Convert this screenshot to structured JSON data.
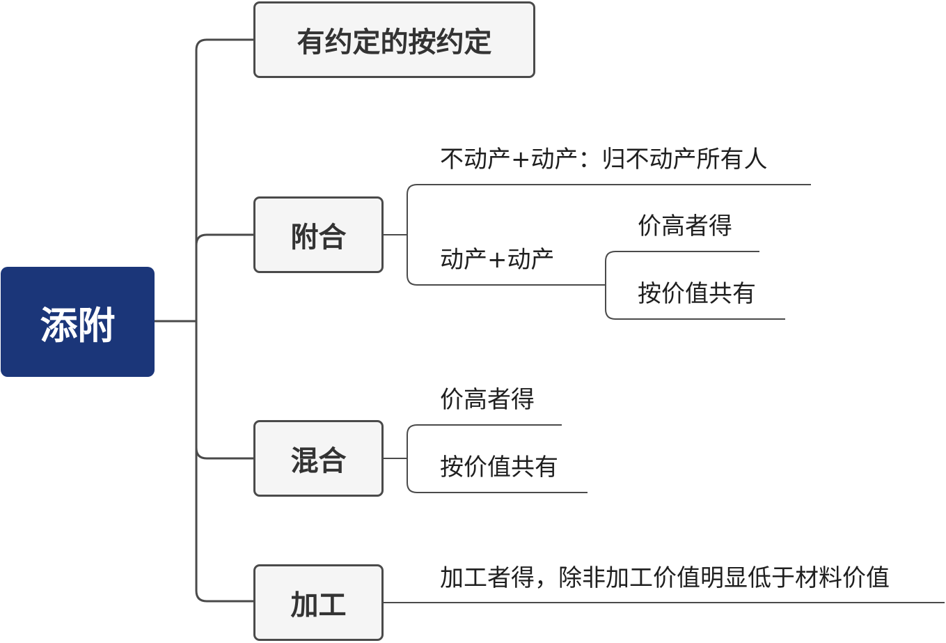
{
  "root": {
    "label": "添附"
  },
  "branches": {
    "agreement": {
      "label": "有约定的按约定"
    },
    "attachment": {
      "label": "附合",
      "items": {
        "immovable_movable": "不动产+动产：归不动产所有人",
        "movable_movable": "动产+动产",
        "sub_items": [
          "价高者得",
          "按价值共有"
        ]
      }
    },
    "mixing": {
      "label": "混合",
      "items": [
        "价高者得",
        "按价值共有"
      ]
    },
    "processing": {
      "label": "加工",
      "items": [
        "加工者得，除非加工价值明显低于材料价值"
      ]
    }
  },
  "colors": {
    "root_bg": "#1b3679",
    "connector": "#4a4a4a",
    "branch_bg": "#f5f5f5"
  }
}
